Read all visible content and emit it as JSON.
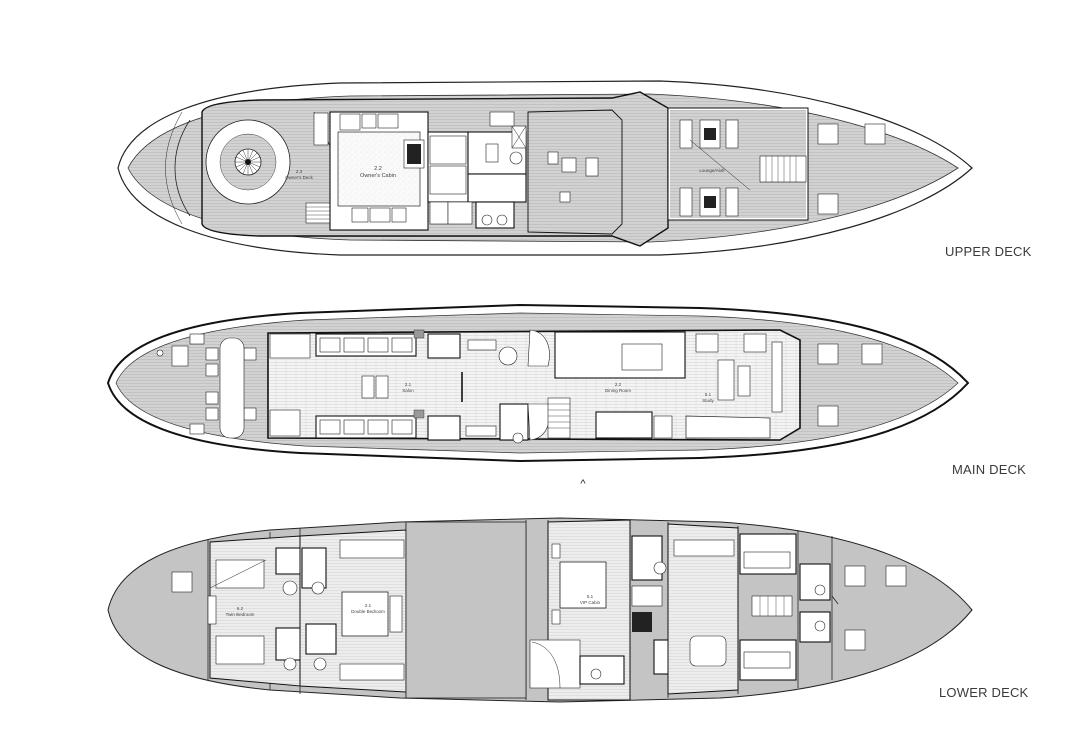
{
  "decks": {
    "upper": {
      "title": "UPPER DECK",
      "rooms": {
        "owners_deck": "Owner's Deck",
        "owners_deck_num": "2.3",
        "owners_cabin": "Owner's Cabin",
        "owners_cabin_num": "2.2",
        "lounge": "Lounge/Aloft"
      }
    },
    "main": {
      "title": "MAIN DECK",
      "rooms": {
        "salon": "Salon",
        "salon_num": "2.1",
        "dining": "Dining Room",
        "dining_num": "2.2",
        "study": "Study",
        "study_num": "5.1"
      }
    },
    "lower": {
      "title": "LOWER DECK",
      "rooms": {
        "twin": "Twin Bedroom",
        "twin_num": "6.2",
        "double": "Double Bedroom",
        "double_num": "2.1",
        "vip": "VIP Cabin",
        "vip_num": "5.1"
      }
    }
  },
  "controls": {
    "scroll_up_glyph": "^"
  },
  "colors": {
    "deck_fill": "#cfcfcf",
    "hull_fill": "#ffffff",
    "line": "#222222",
    "lower_hull": "#c4c4c4"
  }
}
